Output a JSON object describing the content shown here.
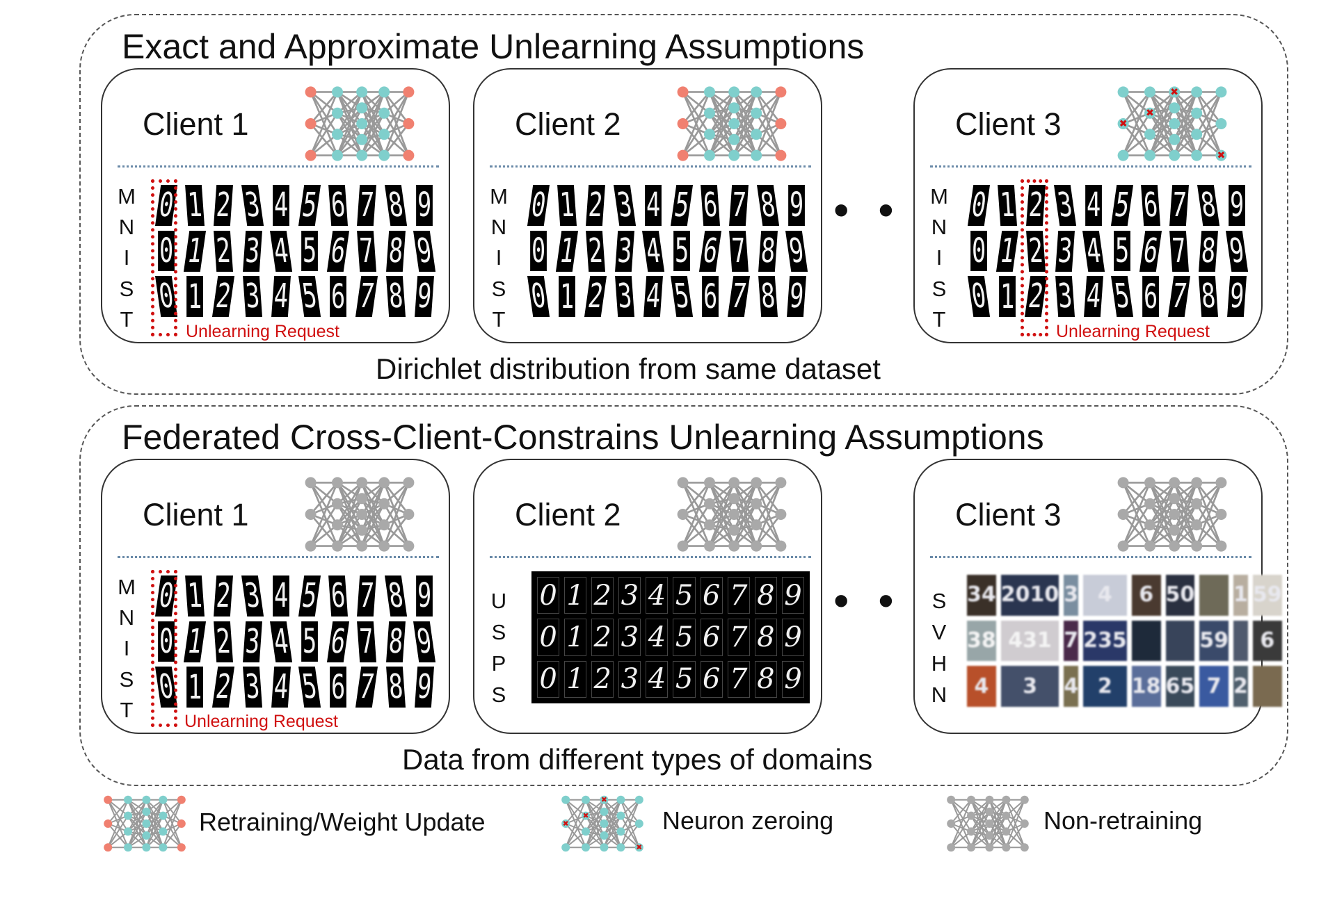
{
  "top": {
    "title": "Exact and Approximate Unlearning Assumptions",
    "caption": "Dirichlet distribution from same dataset",
    "ellipsis": "• • •",
    "clients": [
      {
        "label": "Client 1",
        "network": "retrain",
        "dataset": "MNIST",
        "dataset_letters": [
          "M",
          "N",
          "I",
          "S",
          "T"
        ],
        "rows": [
          [
            "0",
            "1",
            "2",
            "3",
            "4",
            "5",
            "6",
            "7",
            "8",
            "9"
          ],
          [
            "0",
            "1",
            "2",
            "3",
            "4",
            "5",
            "6",
            "7",
            "8",
            "9"
          ],
          [
            "0",
            "1",
            "2",
            "3",
            "4",
            "5",
            "6",
            "7",
            "8",
            "9"
          ]
        ],
        "unlearning": "Unlearning Request"
      },
      {
        "label": "Client 2",
        "network": "retrain",
        "dataset": "MNIST",
        "dataset_letters": [
          "M",
          "N",
          "I",
          "S",
          "T"
        ],
        "rows": [
          [
            "0",
            "1",
            "2",
            "3",
            "4",
            "5",
            "6",
            "7",
            "8",
            "9"
          ],
          [
            "0",
            "1",
            "2",
            "3",
            "4",
            "5",
            "6",
            "7",
            "8",
            "9"
          ],
          [
            "0",
            "1",
            "2",
            "3",
            "4",
            "5",
            "6",
            "7",
            "8",
            "9"
          ]
        ]
      },
      {
        "label": "Client 3",
        "network": "zeroing",
        "dataset": "MNIST",
        "dataset_letters": [
          "M",
          "N",
          "I",
          "S",
          "T"
        ],
        "rows": [
          [
            "0",
            "1",
            "2",
            "3",
            "4",
            "5",
            "6",
            "7",
            "8",
            "9"
          ],
          [
            "0",
            "1",
            "2",
            "3",
            "4",
            "5",
            "6",
            "7",
            "8",
            "9"
          ],
          [
            "0",
            "1",
            "2",
            "3",
            "4",
            "5",
            "6",
            "7",
            "8",
            "9"
          ]
        ],
        "unlearning": "Unlearning Request"
      }
    ]
  },
  "bottom": {
    "title": "Federated Cross-Client-Constrains Unlearning Assumptions",
    "caption": "Data from different types of domains",
    "ellipsis": "• • •",
    "clients": [
      {
        "label": "Client 1",
        "network": "nonretrain",
        "dataset": "MNIST",
        "dataset_letters": [
          "M",
          "N",
          "I",
          "S",
          "T"
        ],
        "rows": [
          [
            "0",
            "1",
            "2",
            "3",
            "4",
            "5",
            "6",
            "7",
            "8",
            "9"
          ],
          [
            "0",
            "1",
            "2",
            "3",
            "4",
            "5",
            "6",
            "7",
            "8",
            "9"
          ],
          [
            "0",
            "1",
            "2",
            "3",
            "4",
            "5",
            "6",
            "7",
            "8",
            "9"
          ]
        ],
        "unlearning": "Unlearning Request"
      },
      {
        "label": "Client 2",
        "network": "nonretrain",
        "dataset": "USPS",
        "dataset_letters": [
          "U",
          "S",
          "P",
          "S"
        ],
        "rows": [
          [
            "0",
            "1",
            "2",
            "3",
            "4",
            "5",
            "6",
            "7",
            "8",
            "9"
          ],
          [
            "0",
            "1",
            "2",
            "3",
            "4",
            "5",
            "6",
            "7",
            "8",
            "9"
          ],
          [
            "0",
            "1",
            "2",
            "3",
            "4",
            "5",
            "6",
            "7",
            "8",
            "9"
          ]
        ]
      },
      {
        "label": "Client 3",
        "network": "nonretrain",
        "dataset": "SVHN",
        "dataset_letters": [
          "S",
          "V",
          "H",
          "N"
        ],
        "rows": [
          [
            "34",
            "2010",
            "3",
            "4",
            "6",
            "50",
            "",
            "1",
            "59"
          ],
          [
            "38",
            "431",
            "7",
            "235",
            "",
            "",
            "59",
            "",
            "6"
          ],
          [
            "4",
            "3",
            "4",
            "2",
            "18",
            "65",
            "7",
            "2",
            ""
          ]
        ]
      }
    ]
  },
  "legend": [
    {
      "network": "retrain",
      "label": "Retraining/Weight Update"
    },
    {
      "network": "zeroing",
      "label": "Neuron zeroing"
    },
    {
      "network": "nonretrain",
      "label": "Non-retraining"
    }
  ],
  "colors": {
    "coral": "#f08070",
    "teal": "#7fcfcc",
    "gray_node": "#a9a9a9",
    "edge": "#999999",
    "red": "#d01010",
    "svhn_tiles": [
      [
        "#3a3028",
        "#2a3550",
        "#7a8ea0",
        "#c8ccd8",
        "#4a3a30",
        "#2a3040",
        "#6e6a58",
        "#b8aea0",
        "#d8d4cc"
      ],
      [
        "#98a6a8",
        "#d0ccd0",
        "#4a2a4a",
        "#2a3868",
        "#1e2a3a",
        "#38445a",
        "#3a4a6a",
        "#505a6e",
        "#3a3a3a"
      ],
      [
        "#b8502a",
        "#44506a",
        "#7a7050",
        "#22406a",
        "#5a6e9a",
        "#3a4a5a",
        "#3a5aa0",
        "#50606e",
        "#7a6a50"
      ]
    ]
  }
}
